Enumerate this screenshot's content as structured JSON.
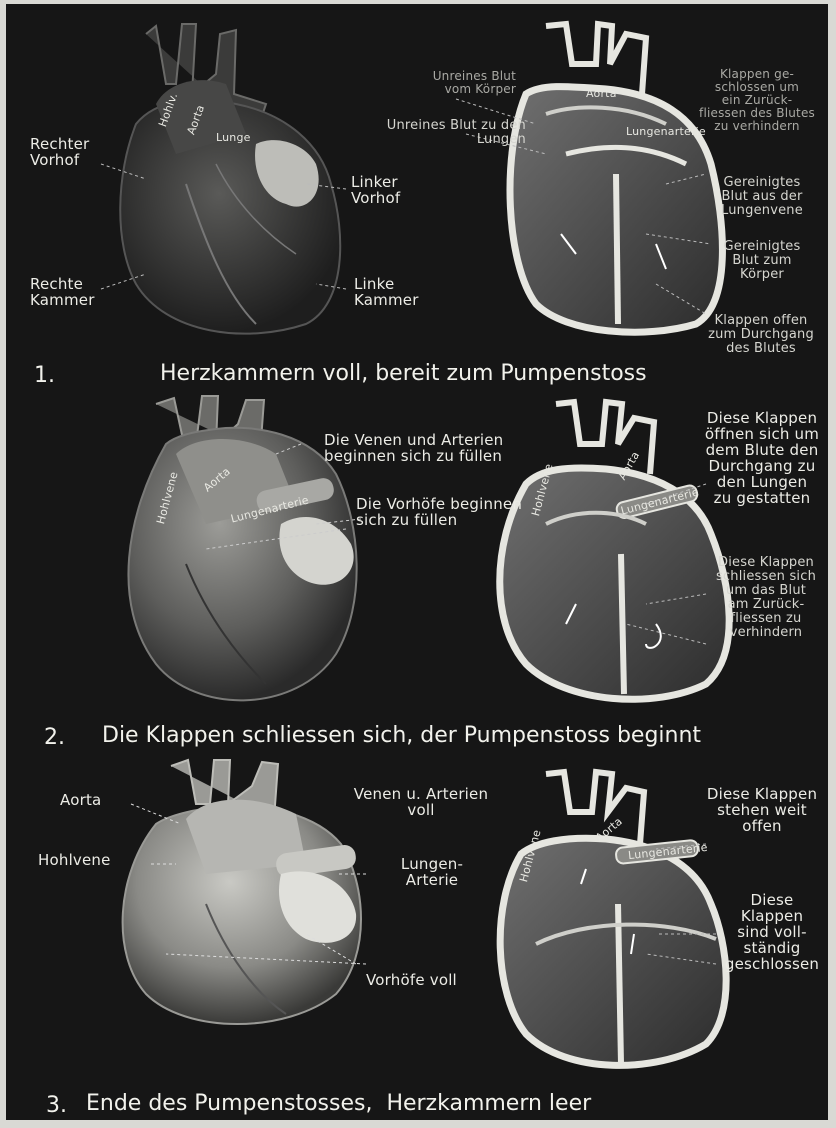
{
  "row1": {
    "caption_number": "1.",
    "caption": "Herzkammern voll, bereit zum Pumpenstoss",
    "external": {
      "aorta": "Aorta",
      "hohlvene": "Hohlv.",
      "lunge": "Lunge",
      "rechter_vorhof": [
        "Rechter",
        "Vorhof"
      ],
      "linker_vorhof": [
        "Linker",
        "Vorhof"
      ],
      "rechte_kammer": [
        "Rechte",
        "Kammer"
      ],
      "linke_kammer": [
        "Linke",
        "Kammer"
      ]
    },
    "section": {
      "aorta": "Aorta",
      "lungenarterie": "Lungenarterie",
      "unreines_blut_koerper": [
        "Unreines Blut",
        "vom Körper"
      ],
      "unreines_blut_lungen": [
        "Unreines Blut zu den",
        "Lungen"
      ],
      "klappen_geschlossen": [
        "Klappen ge-",
        "schlossen um",
        "ein Zurück-",
        "fliessen des Blutes",
        "zu verhindern"
      ],
      "gereinigtes_lungenvene": [
        "Gereinigtes",
        "Blut aus der",
        "Lungenvene"
      ],
      "gereinigtes_koerper": [
        "Gereinigtes",
        "Blut zum",
        "Körper"
      ],
      "klappen_offen": [
        "Klappen offen",
        "zum Durchgang",
        "des Blutes"
      ]
    }
  },
  "row2": {
    "caption_number": "2.",
    "caption": "Die Klappen schliessen sich, der Pumpenstoss beginnt",
    "external": {
      "hohlvene": "Hohlvene",
      "aorta": "Aorta",
      "lungenarterie": "Lungenarterie",
      "venen_arterien": [
        "Die Venen und Arterien",
        "beginnen sich zu füllen"
      ],
      "vorhoefe": [
        "Die Vorhöfe beginnen",
        "sich zu füllen"
      ]
    },
    "section": {
      "hohlvene": "Hohlvene",
      "aorta": "Aorta",
      "lungenarterie": "Lungenarterie",
      "klappen_oeffnen": [
        "Diese Klappen",
        "öffnen sich um",
        "dem Blute den",
        "Durchgang zu",
        "den Lungen",
        "zu gestatten"
      ],
      "klappen_schliessen": [
        "Diese Klappen",
        "schliessen sich",
        "um das Blut",
        "am Zurück-",
        "fliessen zu",
        "verhindern"
      ]
    }
  },
  "row3": {
    "caption_number": "3.",
    "caption": "Ende des Pumpenstosses,  Herzkammern leer",
    "external": {
      "aorta": "Aorta",
      "hohlvene": "Hohlvene",
      "venen_arterien": [
        "Venen u. Arterien",
        "voll"
      ],
      "lungenarterie": [
        "Lungen-",
        "Arterie"
      ],
      "vorhoefe": "Vorhöfe voll"
    },
    "section": {
      "hohlvene": "Hohlvene",
      "aorta": "Aorta",
      "lungenarterie": "Lungenarterie",
      "klappen_offen": [
        "Diese Klappen",
        "stehen weit",
        "offen"
      ],
      "klappen_geschlossen": [
        "Diese",
        "Klappen",
        "sind voll-",
        "ständig",
        "geschlossen"
      ]
    }
  }
}
